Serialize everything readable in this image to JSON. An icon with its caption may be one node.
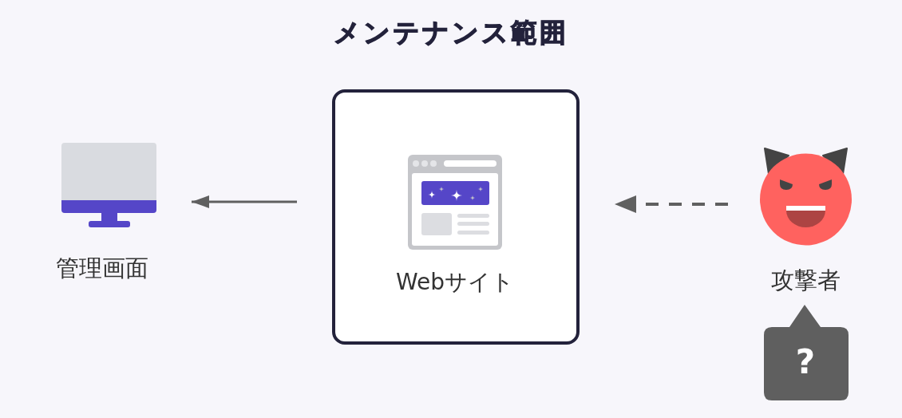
{
  "diagram": {
    "title": "メンテナンス範囲",
    "nodes": [
      {
        "text": [],
        "shape": "picture",
        "beside": [
          "管理画面"
        ]
      },
      {
        "text": [
          "Webサイト"
        ]
      },
      {
        "text": [],
        "shape": "picture",
        "beside": [
          "攻撃者"
        ]
      },
      {
        "text": [
          "?"
        ]
      }
    ],
    "edges": [
      {
        "from": 1,
        "to": 0,
        "arrow": "to"
      },
      {
        "from": 2,
        "to": 1,
        "arrow": "to",
        "style": "dashed"
      }
    ]
  }
}
